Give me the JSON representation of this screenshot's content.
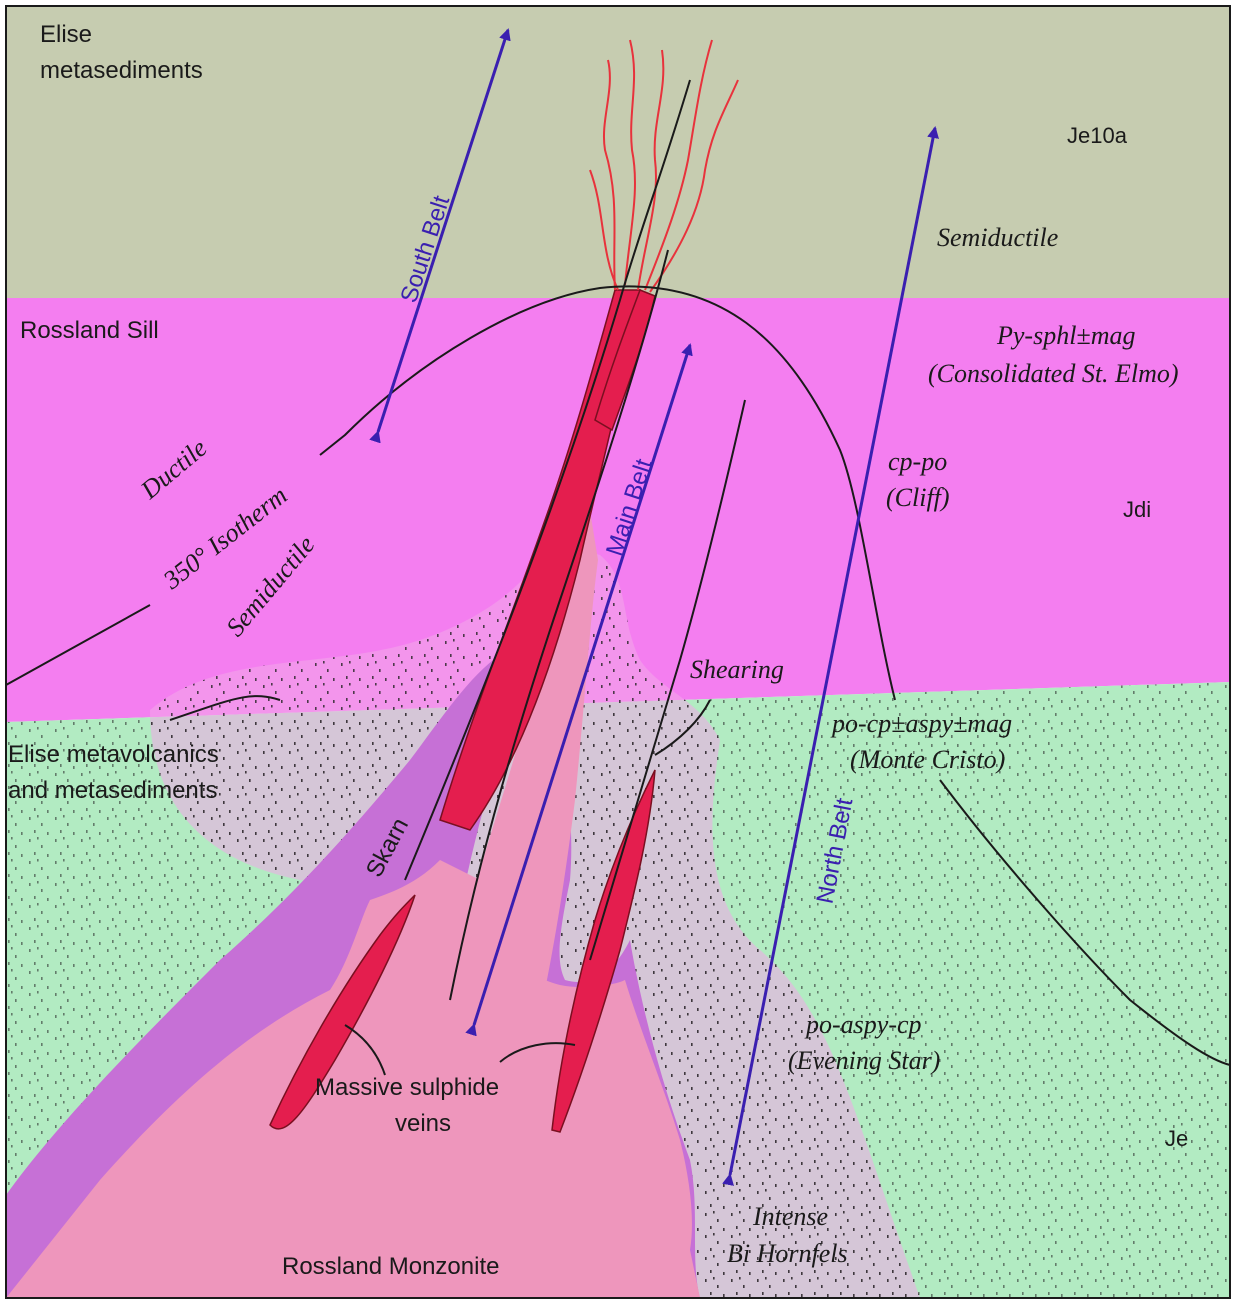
{
  "units": {
    "elise_metasediments": "Elise\nmetasediments",
    "rossland_sill": "Rossland Sill",
    "elise_metavolcanics": "Elise metavolcanics\nand metasediments",
    "rossland_monzonite": "Rossland Monzonite",
    "skarn": "Skarn",
    "massive_sulphide_veins": "Massive sulphide\nveins"
  },
  "map_codes": {
    "je10a": "Je10a",
    "jdi": "Jdi",
    "je": "Je"
  },
  "belts": {
    "south_1": "South",
    "south_2": "Belt",
    "main_1": "Main",
    "main_2": "Belt",
    "north_1": "North",
    "north_2": "Belt"
  },
  "regimes": {
    "semiductile_upper": "Semiductile",
    "ductile": "Ductile",
    "isotherm": "350° Isotherm",
    "semiductile_lower": "Semiductile",
    "shearing": "Shearing"
  },
  "mineral_assemblages": {
    "st_elmo_1": "Py-sphl±mag",
    "st_elmo_2": "(Consolidated St. Elmo)",
    "cliff_1": "cp-po",
    "cliff_2": "(Cliff)",
    "monte_cristo_1": "po-cp±aspy±mag",
    "monte_cristo_2": "(Monte Cristo)",
    "evening_star_1": "po-aspy-cp",
    "evening_star_2": "(Evening Star)",
    "hornfels_1": "Intense",
    "hornfels_2": "Bi Hornfels"
  },
  "colors": {
    "elise_metasediments": "#c6ccb0",
    "rossland_sill": "#f47ef0",
    "elise_metavolcanics": "#b2ebc2",
    "rossland_monzonite": "#ee96bc",
    "skarn": "#c670d6",
    "sulphide_veins": "#e41e4e",
    "belt_arrows": "#3a1fb0",
    "red_veinlets": "#e8323c"
  }
}
